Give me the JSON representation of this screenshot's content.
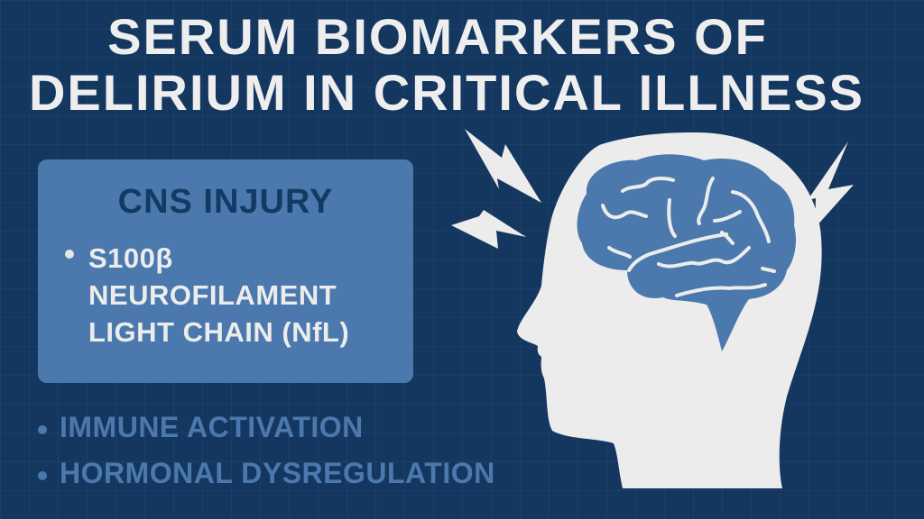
{
  "title": {
    "line1": "SERUM BIOMARKERS OF",
    "line2": "DELIRIUM IN CRITICAL ILLNESS"
  },
  "cns_box": {
    "heading": "CNS INJURY",
    "items": [
      "S100β",
      "NEUROFILAMENT",
      "LIGHT CHAIN (NfL)"
    ]
  },
  "other_items": [
    "IMMUNE ACTIVATION",
    "HORMONAL DYSREGULATION"
  ],
  "colors": {
    "background": "#143760",
    "accent": "#4b79ad",
    "text": "#eeeeee"
  }
}
